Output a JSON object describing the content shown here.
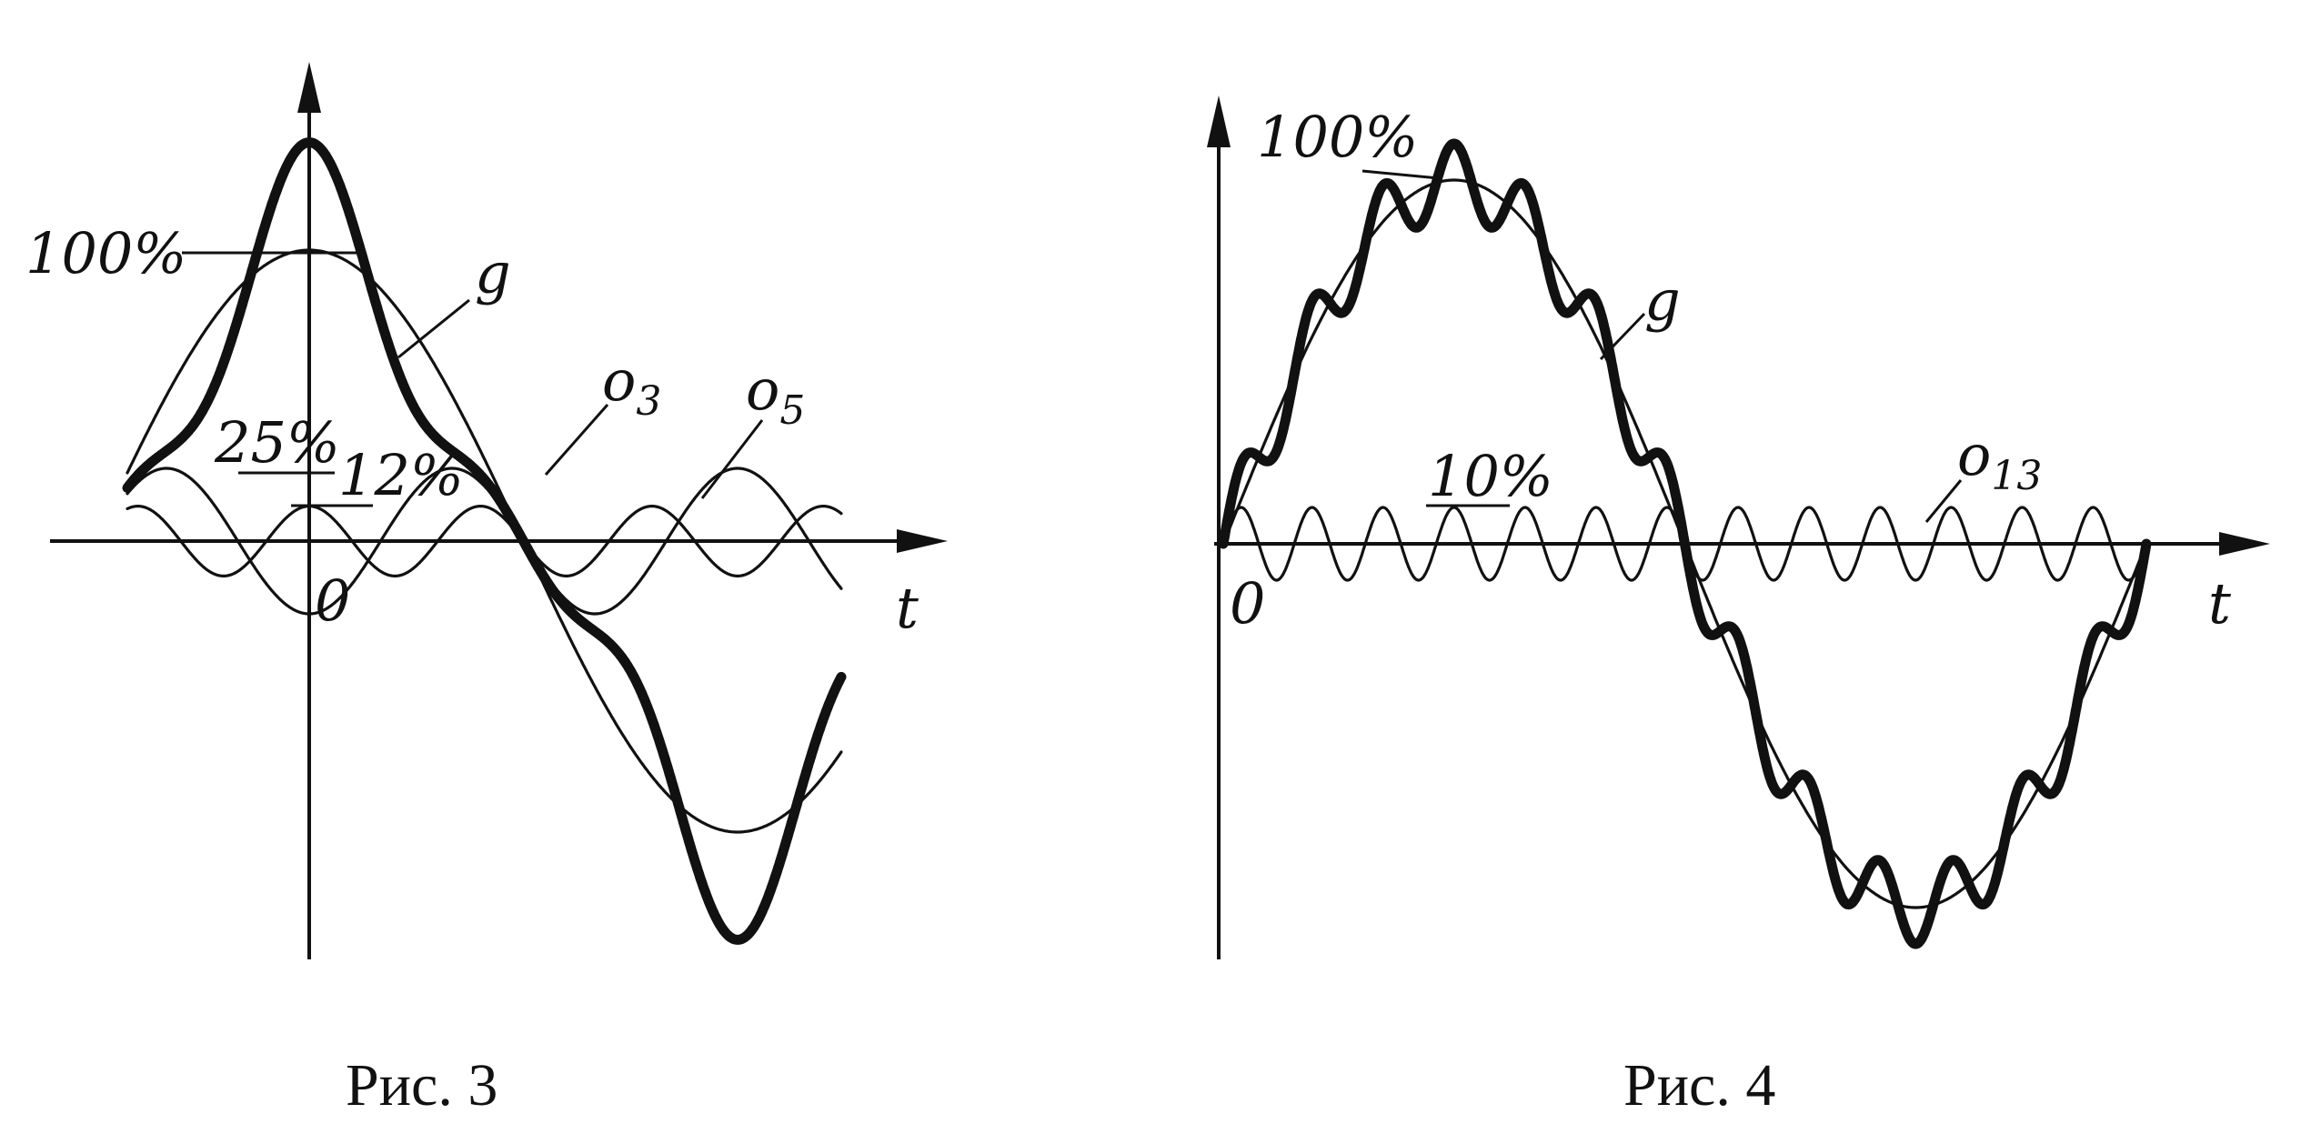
{
  "figure3": {
    "caption": "Рис. 3",
    "label_100": "100%",
    "label_25": "25%",
    "label_12": "12%",
    "label_g": "g",
    "label_o3_base": "o",
    "label_o3_sub": "3",
    "label_o5_base": "o",
    "label_o5_sub": "5",
    "label_origin": "0",
    "label_t": "t",
    "fundamental_amplitude_pct": 100,
    "harmonic3_amplitude_pct": 25,
    "harmonic5_amplitude_pct": 12
  },
  "figure4": {
    "caption": "Рис. 4",
    "label_100": "100%",
    "label_10": "10%",
    "label_g": "g",
    "label_o13_base": "o",
    "label_o13_sub": "13",
    "label_origin": "0",
    "label_t": "t",
    "fundamental_amplitude_pct": 100,
    "harmonic13_amplitude_pct": 10
  }
}
